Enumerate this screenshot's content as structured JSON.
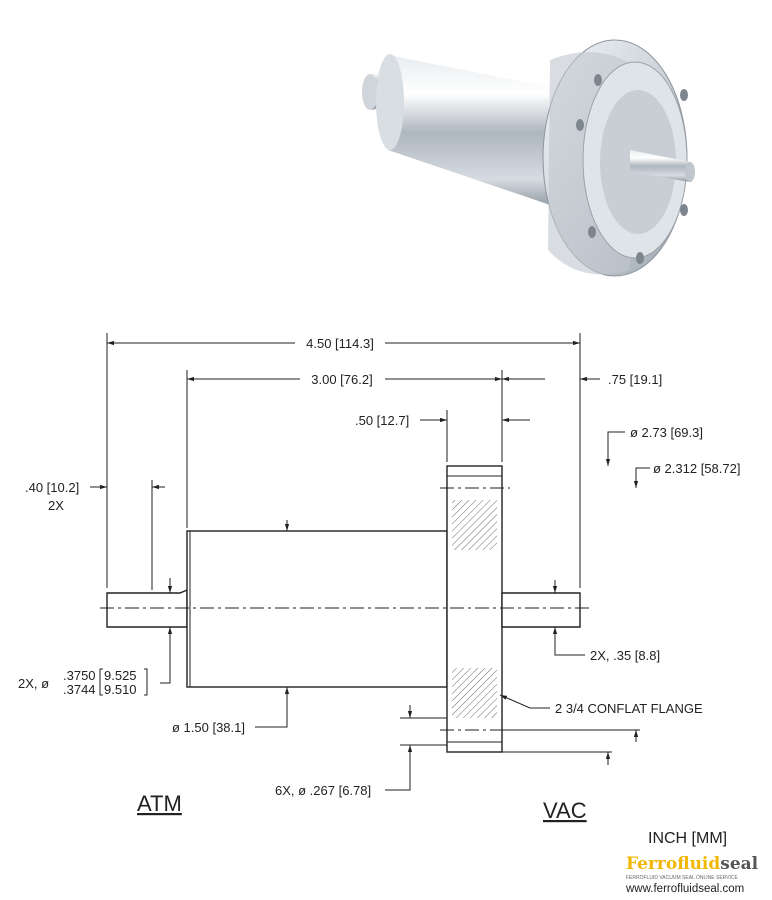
{
  "dimensions": {
    "overall_length": "4.50 [114.3]",
    "body_length": "3.00 [76.2]",
    "shaft_vac_length": ".75 [19.1]",
    "flange_thickness": ".50 [12.7]",
    "flange_od": "ø 2.73 [69.3]",
    "bolt_circle": "ø 2.312 [58.72]",
    "shaft_flat_length": ".40 [10.2]",
    "shaft_flat_qty": "2X",
    "shaft_dia_prefix": "2X, ø",
    "shaft_dia_inch_max": ".3750",
    "shaft_dia_inch_min": ".3744",
    "shaft_dia_mm_max": "9.525",
    "shaft_dia_mm_min": "9.510",
    "flat_depth": "2X, .35 [8.8]",
    "body_dia": "ø 1.50 [38.1]",
    "flange_label": "2 3/4 CONFLAT FLANGE",
    "bolt_holes": "6X, ø .267 [6.78]"
  },
  "sides": {
    "atm": "ATM",
    "vac": "VAC"
  },
  "units": "INCH [MM]",
  "logo": {
    "part1": "Ferrofluid",
    "part2": "seal",
    "tagline": "FERROFLUID VACUUM SEAL ONLINE SERVICE",
    "url": "www.ferrofluidseal.com"
  },
  "colors": {
    "logo_accent": "#f2b705",
    "line": "#222222"
  }
}
